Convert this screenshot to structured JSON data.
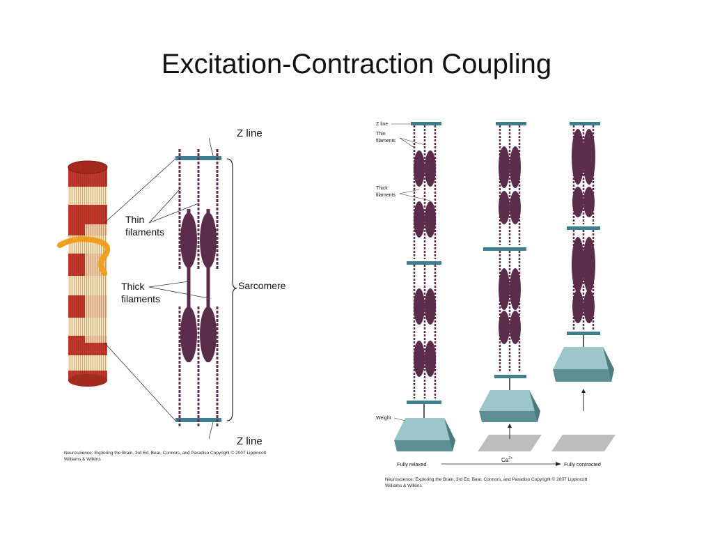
{
  "slide": {
    "title": "Excitation-Contraction Coupling"
  },
  "left_figure": {
    "z_line_top": "Z line",
    "z_line_bottom": "Z line",
    "thin_filaments": [
      "Thin",
      "filaments"
    ],
    "thick_filaments": [
      "Thick",
      "filaments"
    ],
    "sarcomere": "Sarcomere",
    "credit": [
      "Neuroscience: Exploring the Brain, 3rd Ed, Bear, Connors, and Paradiso Copyright © 2007 Lippincott",
      "Williams & Wilkins"
    ]
  },
  "right_figure": {
    "z_line": "Z line",
    "thin_filaments": [
      "Thin",
      "filaments"
    ],
    "thick_filaments": [
      "Thick",
      "filaments"
    ],
    "weight": "Weight",
    "relaxed": "Fully relaxed",
    "ion_base": "Ca",
    "ion_sup": "2+",
    "contracted": "Fully contracted",
    "credit": [
      "Neuroscience: Exploring the Brain, 3rd Ed, Bear, Connors, and Paradiso Copyright © 2007 Lippincott",
      "Williams & Wilkins"
    ]
  },
  "colors": {
    "muscle_red": "#c0392b",
    "muscle_cream": "#f4e7b8",
    "nerve_orange": "#f0a020",
    "filament_purple": "#5b2d4a",
    "z_line_teal": "#3d7f8f",
    "weight_teal": "#7fb2b8"
  }
}
